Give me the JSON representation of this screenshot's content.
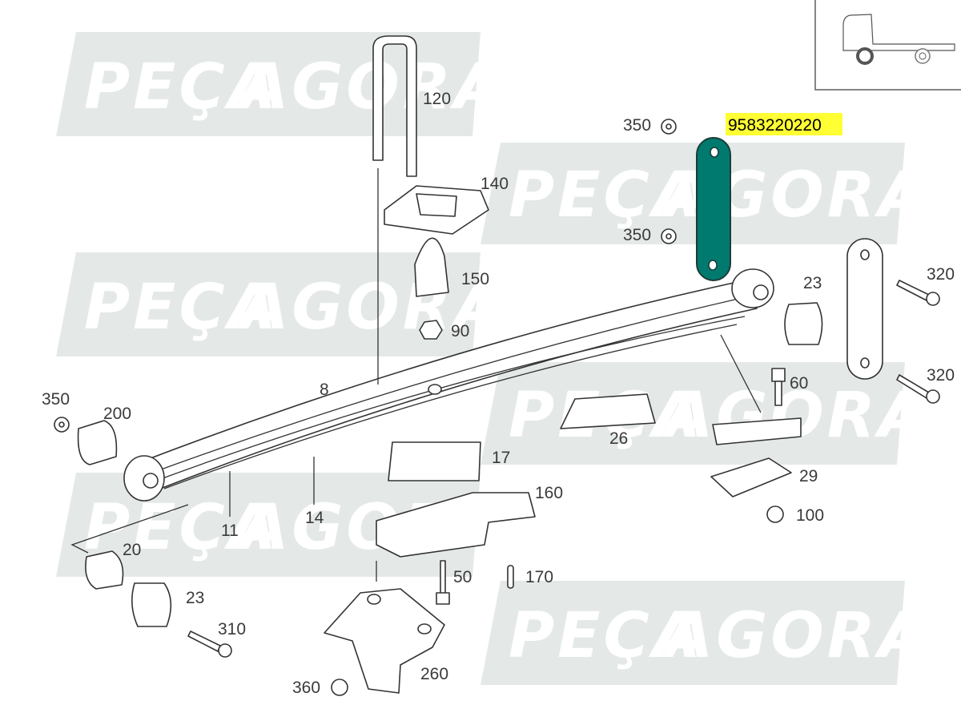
{
  "watermark": {
    "text_a": "PEÇA",
    "text_b": "AGORA",
    "color": "#e4e9e7"
  },
  "highlight": {
    "part_number": "9583220220",
    "background": "#ffff33",
    "part_color": "#007a6e"
  },
  "labels": [
    {
      "id": "120",
      "text": "120"
    },
    {
      "id": "140",
      "text": "140"
    },
    {
      "id": "150",
      "text": "150"
    },
    {
      "id": "90",
      "text": "90"
    },
    {
      "id": "8",
      "text": "8"
    },
    {
      "id": "350a",
      "text": "350"
    },
    {
      "id": "200",
      "text": "200"
    },
    {
      "id": "17",
      "text": "17"
    },
    {
      "id": "26",
      "text": "26"
    },
    {
      "id": "160",
      "text": "160"
    },
    {
      "id": "11",
      "text": "11"
    },
    {
      "id": "14",
      "text": "14"
    },
    {
      "id": "20",
      "text": "20"
    },
    {
      "id": "23a",
      "text": "23"
    },
    {
      "id": "310",
      "text": "310"
    },
    {
      "id": "50",
      "text": "50"
    },
    {
      "id": "170",
      "text": "170"
    },
    {
      "id": "360",
      "text": "360"
    },
    {
      "id": "260",
      "text": "260"
    },
    {
      "id": "350b",
      "text": "350"
    },
    {
      "id": "350c",
      "text": "350"
    },
    {
      "id": "23b",
      "text": "23"
    },
    {
      "id": "320a",
      "text": "320"
    },
    {
      "id": "320b",
      "text": "320"
    },
    {
      "id": "60",
      "text": "60"
    },
    {
      "id": "29",
      "text": "29"
    },
    {
      "id": "100",
      "text": "100"
    }
  ]
}
